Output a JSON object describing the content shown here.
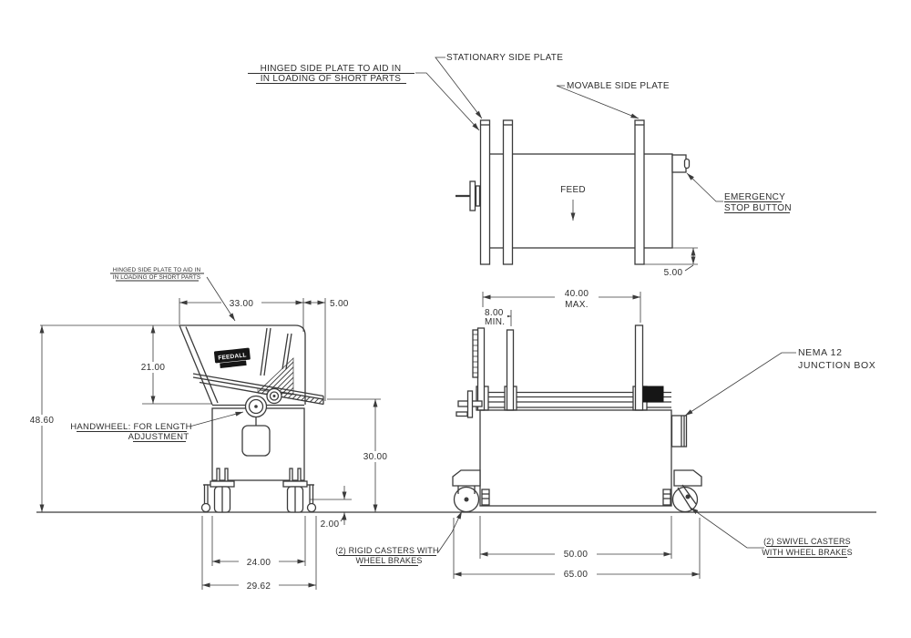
{
  "top_view": {
    "hinged_label_1": "HINGED SIDE PLATE TO AID IN",
    "hinged_label_2": "IN LOADING OF SHORT PARTS",
    "stationary_label": "STATIONARY SIDE PLATE",
    "movable_label": "MOVABLE SIDE PLATE",
    "feed_label": "FEED",
    "estop_label_1": "EMERGENCY",
    "estop_label_2": "STOP BUTTON",
    "plate_extension_dim": "5.00"
  },
  "front_view": {
    "hinged_label_1": "HINGED SIDE PLATE TO AID IN",
    "hinged_label_2": "IN LOADING OF SHORT PARTS",
    "handwheel_label_1": "HANDWHEEL: FOR LENGTH",
    "handwheel_label_2": "ADJUSTMENT",
    "logo_text": "FEEDALL",
    "hopper_width_dim": "33.00",
    "hopper_lip_dim": "5.00",
    "hopper_depth_dim": "21.00",
    "overall_height_dim": "48.60",
    "discharge_height_dim": "30.00",
    "floor_clearance_dim": "2.00",
    "caster_track_dim": "24.00",
    "overall_width_dim": "29.62"
  },
  "side_view": {
    "max_opening_dim_1": "40.00",
    "max_opening_dim_2": "MAX.",
    "min_opening_dim_1": "8.00",
    "min_opening_dim_2": "MIN.",
    "nema_label_1": "NEMA 12",
    "nema_label_2": "JUNCTION BOX",
    "rigid_casters_label_1": "(2) RIGID CASTERS WITH",
    "rigid_casters_label_2": "WHEEL BRAKES",
    "swivel_casters_label_1": "(2) SWIVEL CASTERS",
    "swivel_casters_label_2": "WITH WHEEL BRAKES",
    "wheelbase_dim": "50.00",
    "overall_length_dim": "65.00"
  },
  "colors": {
    "line": "#3b3b3b",
    "background": "#ffffff"
  }
}
